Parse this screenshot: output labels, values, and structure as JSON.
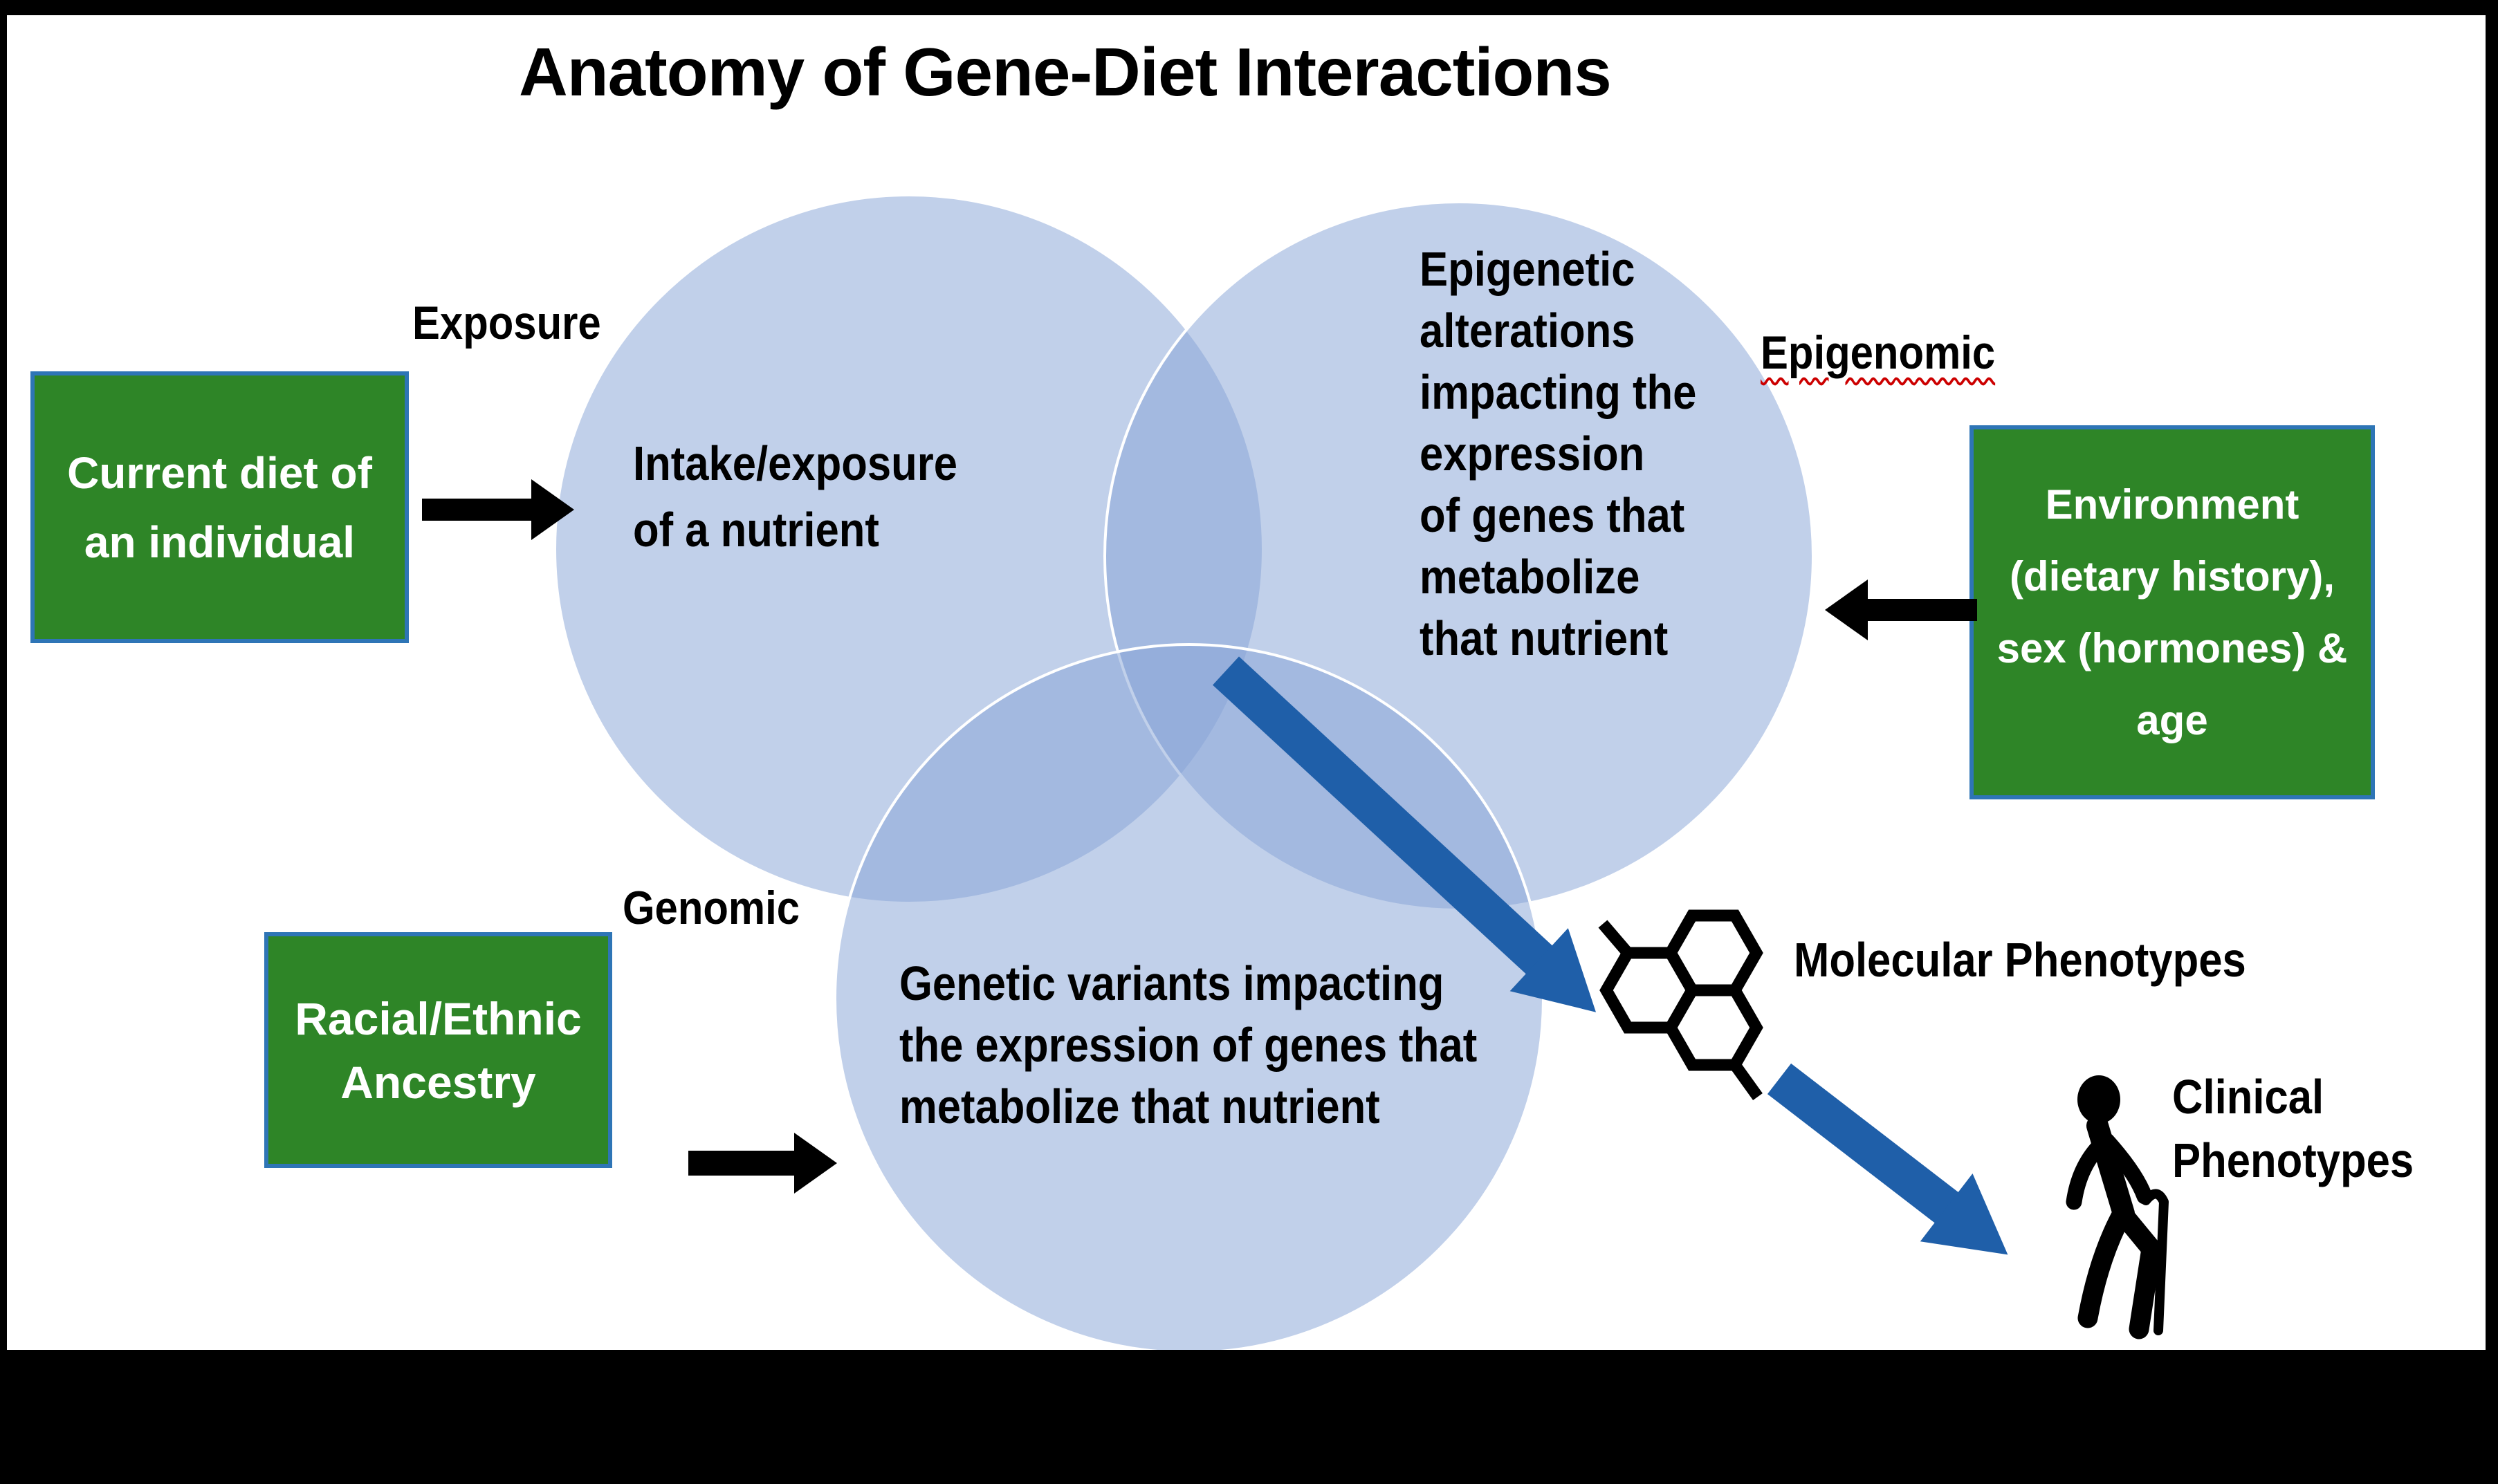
{
  "title": "Anatomy of Gene-Diet Interactions",
  "venn": {
    "circles": [
      {
        "id": "exposure-circle",
        "text": "Intake/exposure\nof a nutrient"
      },
      {
        "id": "epigenomic-circle",
        "text": "Epigenetic\nalterations\nimpacting the\nexpression\nof genes that\nmetabolize\nthat nutrient"
      },
      {
        "id": "genomic-circle",
        "text": "Genetic variants impacting\nthe expression of genes that\nmetabolize that nutrient"
      }
    ]
  },
  "annotations": {
    "exposure": "Exposure",
    "epigenomic": "Epigenomic",
    "genomic": "Genomic",
    "molecular_phenotypes": "Molecular Phenotypes",
    "clinical_phenotypes": "Clinical\nPhenotypes"
  },
  "input_boxes": [
    {
      "id": "current-diet-box",
      "text": "Current diet of\nan individual"
    },
    {
      "id": "environment-box",
      "text": "Environment\n(dietary history),\nsex (hormones) &\nage"
    },
    {
      "id": "ancestry-box",
      "text": "Racial/Ethnic\nAncestry"
    }
  ],
  "icons": [
    {
      "name": "molecule-icon"
    },
    {
      "name": "person-with-cane-icon"
    },
    {
      "name": "arrow-right-icon"
    },
    {
      "name": "arrow-left-icon"
    },
    {
      "name": "blue-arrow-down-right-icon"
    }
  ],
  "colors": {
    "background_frame": "#000000",
    "slide": "#ffffff",
    "box_green": "#2e8527",
    "box_border_blue": "#2e75b6",
    "venn_fill": "#89a4d7",
    "blue_arrow": "#1f5fa9",
    "spellcheck_underline": "#cc0000",
    "text_black": "#000000",
    "text_white": "#ffffff"
  }
}
